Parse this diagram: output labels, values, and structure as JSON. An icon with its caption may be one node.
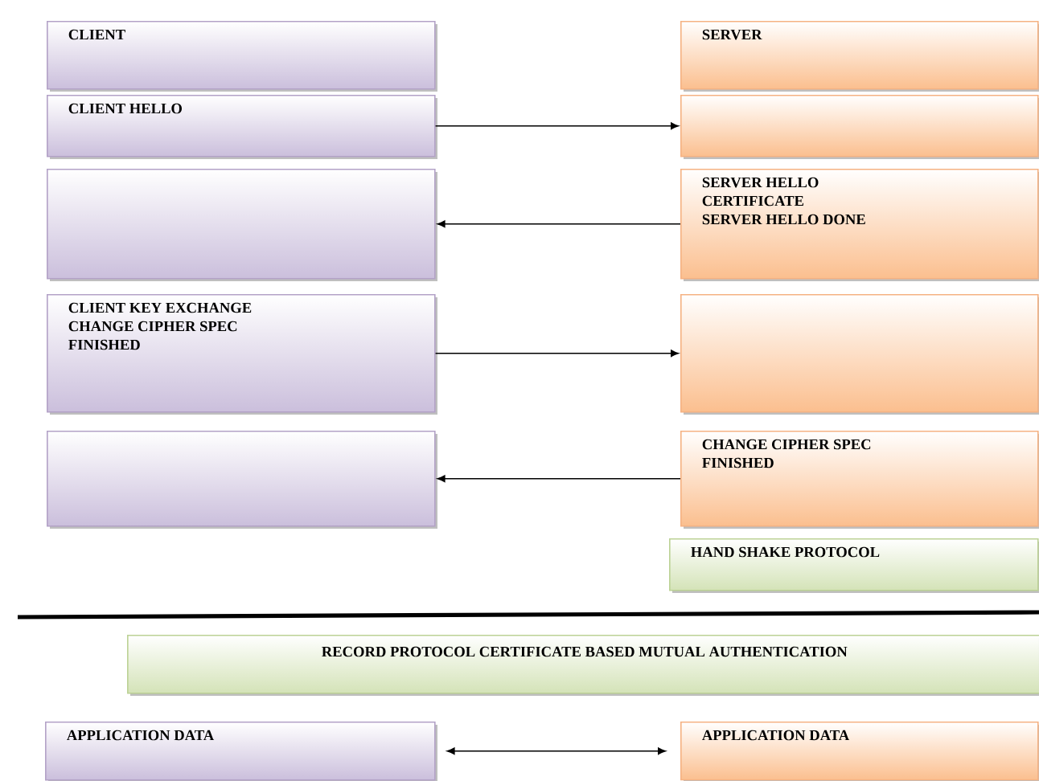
{
  "diagram": {
    "nodes": [
      {
        "text": [
          "CLIENT"
        ]
      },
      {
        "text": [
          "SERVER"
        ]
      },
      {
        "text": [
          "CLIENT HELLO"
        ]
      },
      {
        "text": [],
        "shape": "box"
      },
      {
        "text": [],
        "shape": "box"
      },
      {
        "text": [
          "SERVER HELLO",
          "CERTIFICATE",
          "SERVER HELLO DONE"
        ]
      },
      {
        "text": [
          "CLIENT KEY EXCHANGE",
          "CHANGE CIPHER SPEC",
          "FINISHED"
        ]
      },
      {
        "text": [],
        "shape": "box"
      },
      {
        "text": [],
        "shape": "box"
      },
      {
        "text": [
          "CHANGE CIPHER SPEC",
          "FINISHED"
        ]
      },
      {
        "text": [
          "HAND SHAKE PROTOCOL"
        ]
      },
      {
        "text": [
          "RECORD PROTOCOL CERTIFICATE BASED MUTUAL AUTHENTICATION"
        ]
      },
      {
        "text": [
          "APPLICATION DATA"
        ]
      },
      {
        "text": [
          "APPLICATION DATA"
        ]
      }
    ],
    "edges": [
      {
        "from": 2,
        "to": 3,
        "arrow": "to"
      },
      {
        "from": 5,
        "to": 4,
        "arrow": "to"
      },
      {
        "from": 6,
        "to": 7,
        "arrow": "to"
      },
      {
        "from": 9,
        "to": 8,
        "arrow": "to"
      },
      {
        "from": 12,
        "to": 13,
        "arrow": "both"
      }
    ]
  }
}
